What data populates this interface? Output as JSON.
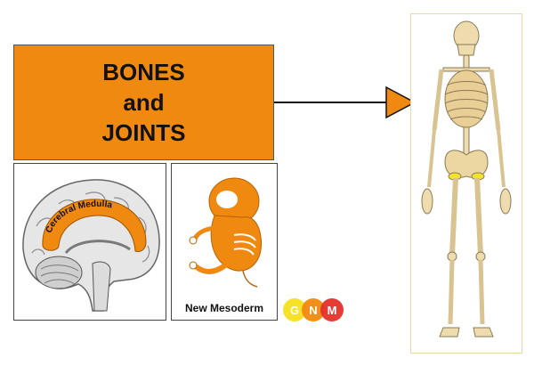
{
  "title": {
    "line1": "BONES",
    "line2": "and",
    "line3": "JOINTS"
  },
  "brain": {
    "label": "Cerebral Medulla"
  },
  "embryo": {
    "caption": "New Mesoderm"
  },
  "logo": {
    "letters": [
      "G",
      "N",
      "M"
    ],
    "colors": [
      "#f6e229",
      "#f0890f",
      "#e5312b"
    ]
  },
  "colors": {
    "accent": "#f0890f",
    "bone": "#efdcae"
  }
}
